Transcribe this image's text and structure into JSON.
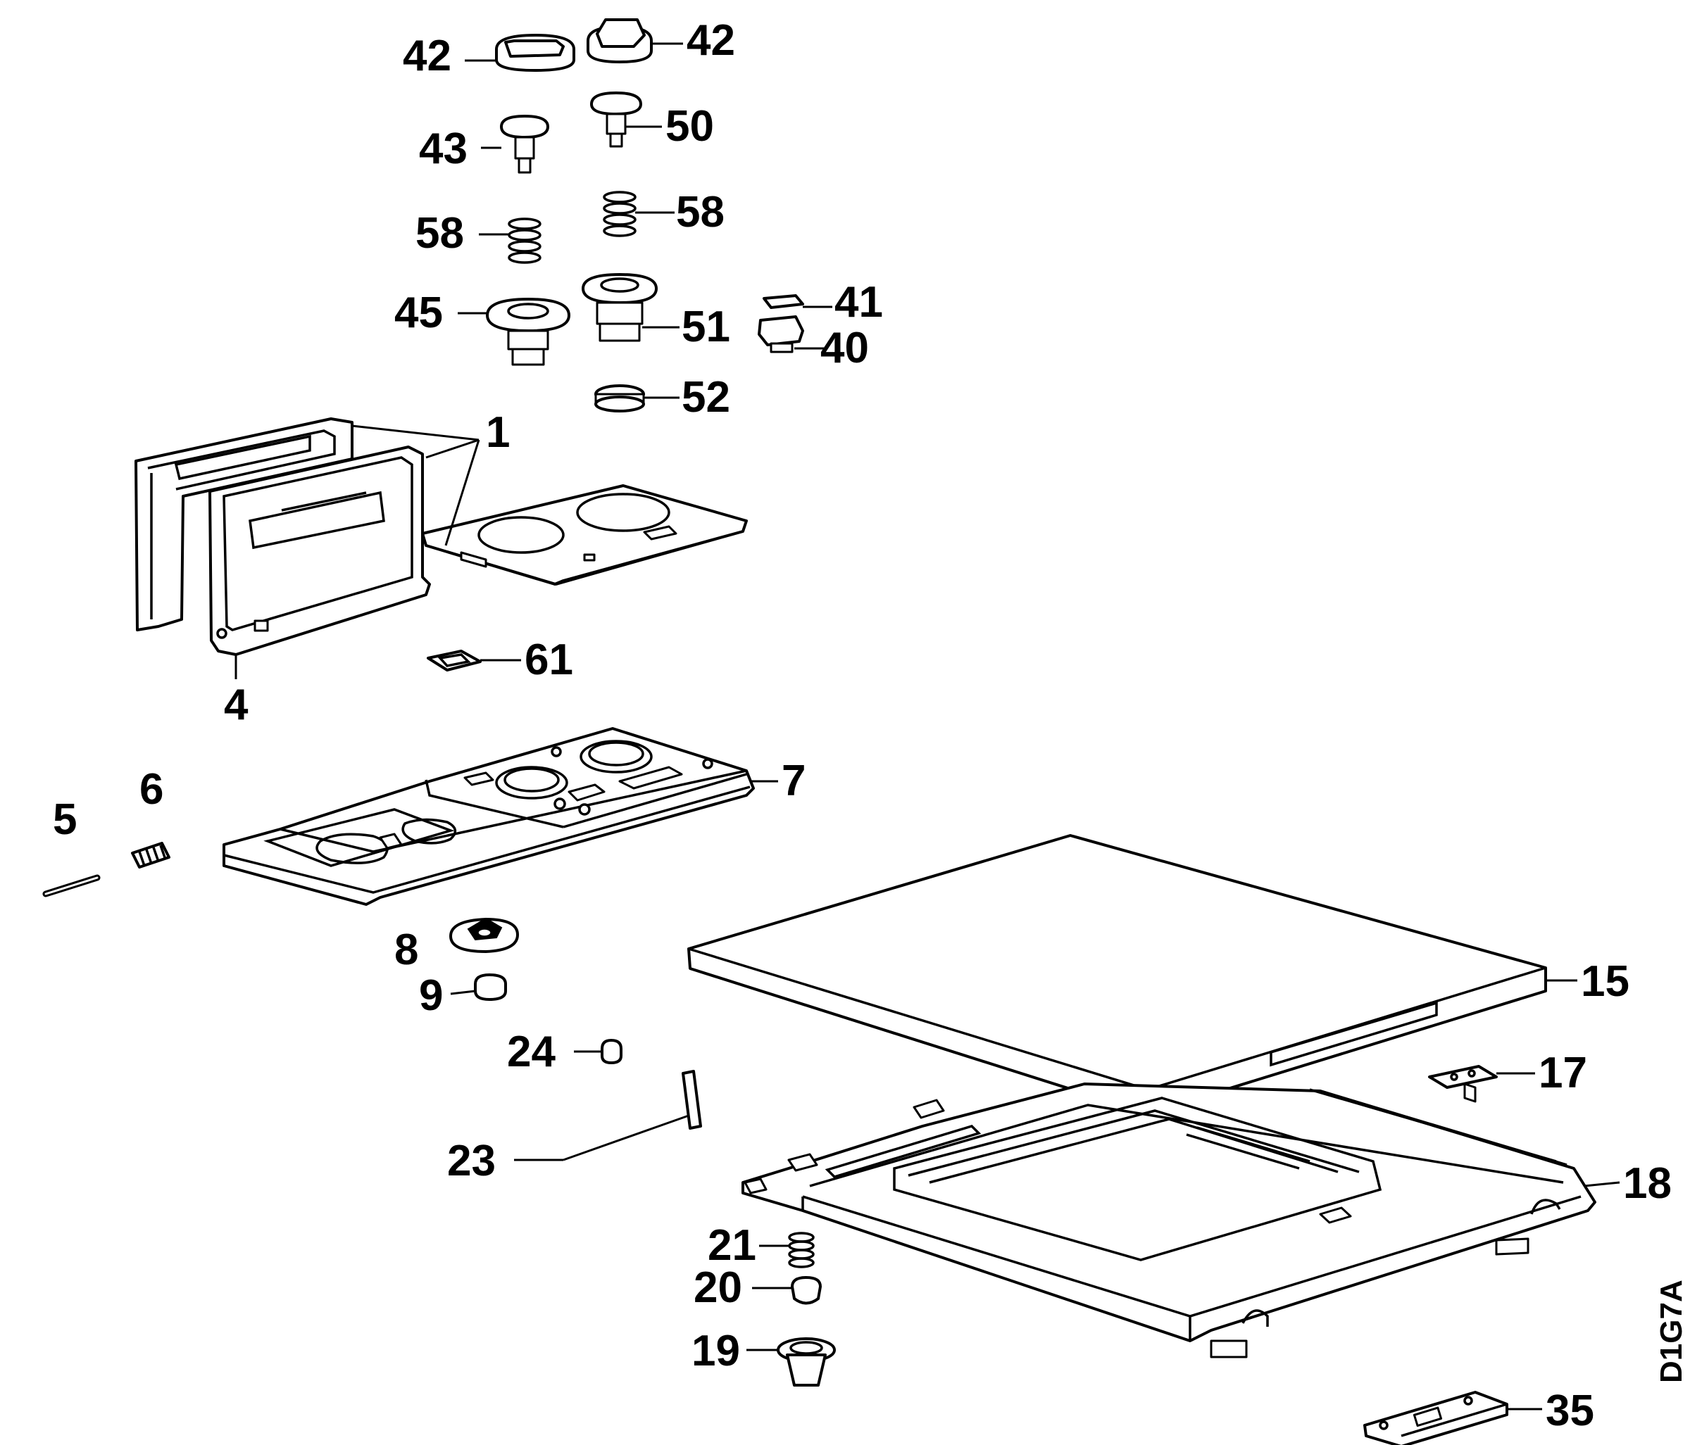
{
  "diagram_code": "D1G7A",
  "labels": {
    "p42a": "42",
    "p42b": "42",
    "p43": "43",
    "p50": "50",
    "p58a": "58",
    "p58b": "58",
    "p45": "45",
    "p51": "51",
    "p41": "41",
    "p40": "40",
    "p52": "52",
    "p1": "1",
    "p61": "61",
    "p4": "4",
    "p7": "7",
    "p6": "6",
    "p5": "5",
    "p8": "8",
    "p9": "9",
    "p15": "15",
    "p24": "24",
    "p17": "17",
    "p23": "23",
    "p18": "18",
    "p21": "21",
    "p20": "20",
    "p19": "19",
    "p35": "35"
  }
}
